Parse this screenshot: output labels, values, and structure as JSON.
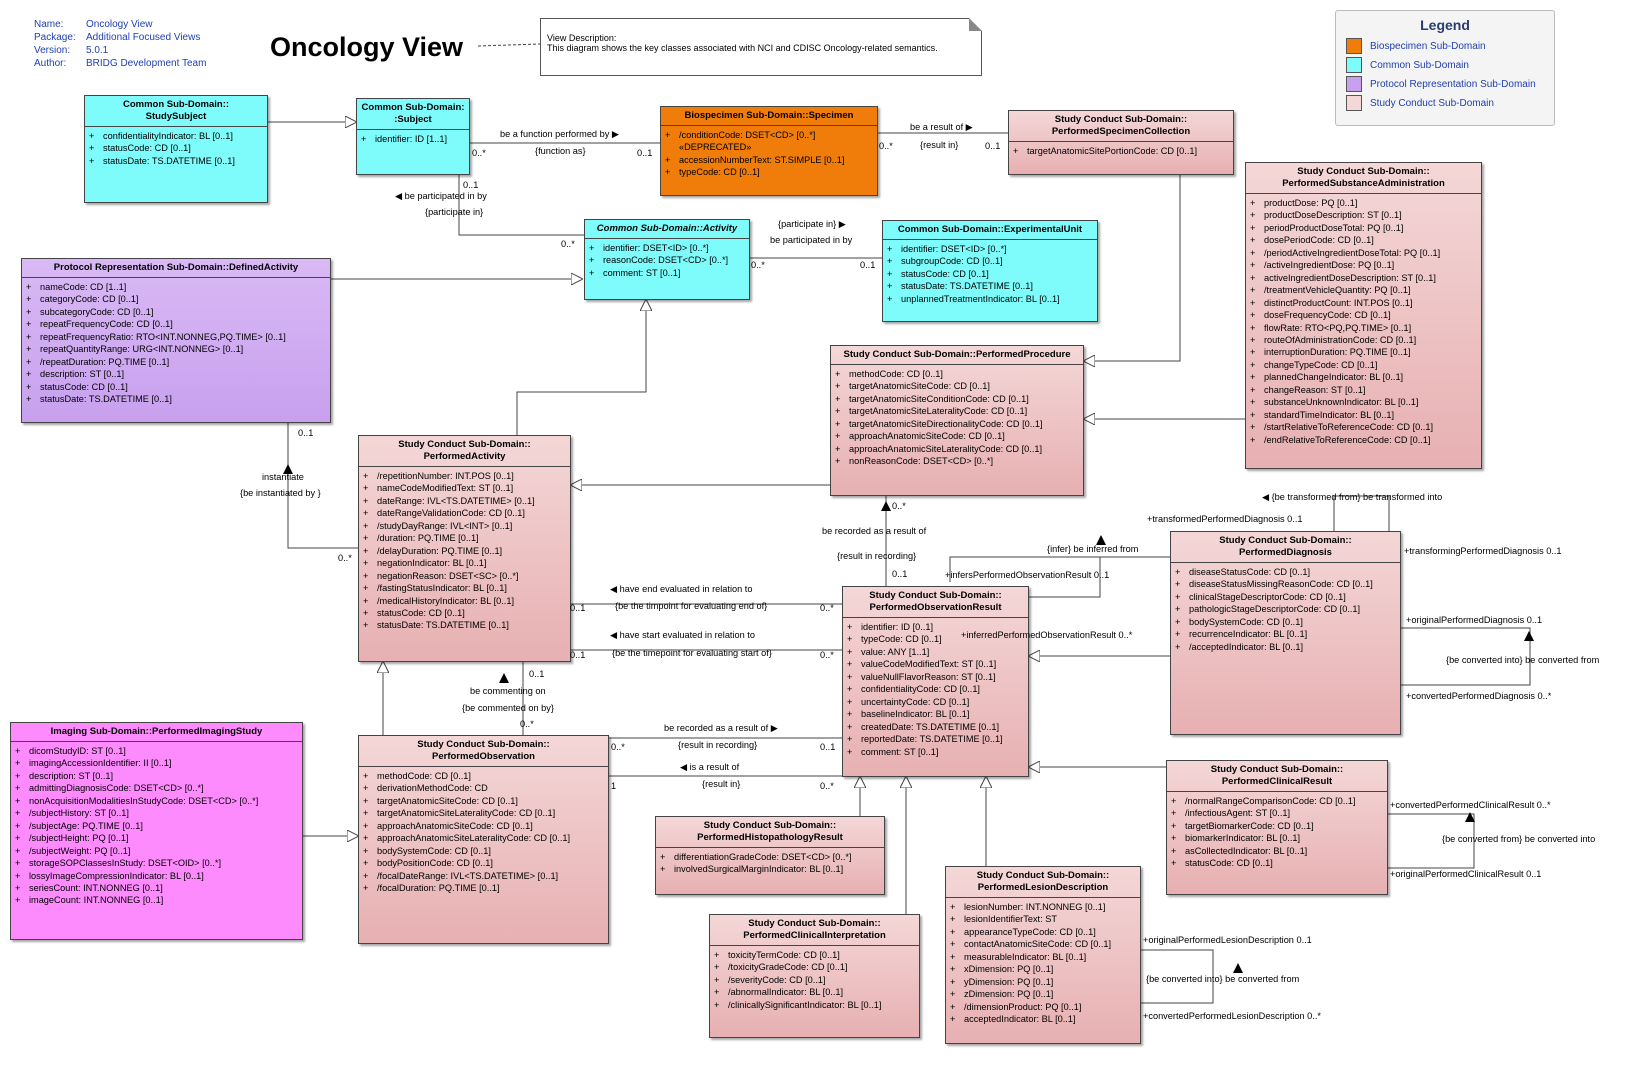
{
  "meta": {
    "rows": [
      {
        "k": "Name:",
        "v": "Oncology View"
      },
      {
        "k": "Package:",
        "v": "Additional Focused Views"
      },
      {
        "k": "Version:",
        "v": "5.0.1"
      },
      {
        "k": "Author:",
        "v": "BRIDG Development Team"
      }
    ]
  },
  "title": "Oncology View",
  "note": {
    "heading": "View Description:",
    "text": "This diagram shows the key classes associated with NCI and CDISC Oncology-related semantics."
  },
  "legend": {
    "title": "Legend",
    "items": [
      {
        "label": "Biospecimen Sub-Domain",
        "color": "#f07d0a"
      },
      {
        "label": "Common Sub-Domain",
        "color": "#7efcfc"
      },
      {
        "label": "Protocol Representation Sub-Domain",
        "color": "#c8a0ee"
      },
      {
        "label": "Study Conduct Sub-Domain",
        "color": "#f4d7d7"
      }
    ]
  },
  "classes": {
    "studySubject": {
      "header": [
        "Common Sub-Domain::",
        "StudySubject"
      ],
      "attrs": [
        "confidentialityIndicator: BL [0..1]",
        "statusCode: CD [0..1]",
        "statusDate: TS.DATETIME [0..1]"
      ]
    },
    "subject": {
      "header": [
        "Common Sub-Domain:",
        ":Subject"
      ],
      "attrs": [
        "identifier: ID [1..1]"
      ]
    },
    "specimen": {
      "header": [
        "Biospecimen Sub-Domain::Specimen"
      ],
      "attrs": [
        "/conditionCode: DSET<CD> [0..*]"
      ],
      "stereotype": "«DEPRECATED»",
      "deprecated": [
        "accessionNumberText: ST.SIMPLE [0..1]",
        "typeCode: CD [0..1]"
      ]
    },
    "performedSpecimenCollection": {
      "header": [
        "Study Conduct Sub-Domain::",
        "PerformedSpecimenCollection"
      ],
      "attrs": [
        "targetAnatomicSitePortionCode: CD [0..1]"
      ]
    },
    "activity": {
      "header": [
        "Common Sub-Domain::Activity"
      ],
      "attrs": [
        "identifier: DSET<ID> [0..*]",
        "reasonCode: DSET<CD> [0..*]",
        "comment: ST [0..1]"
      ]
    },
    "experimentalUnit": {
      "header": [
        "Common Sub-Domain::ExperimentalUnit"
      ],
      "attrs": [
        "identifier: DSET<ID> [0..*]",
        "subgroupCode: CD [0..1]",
        "statusCode: CD [0..1]",
        "statusDate: TS.DATETIME [0..1]",
        "unplannedTreatmentIndicator: BL [0..1]"
      ]
    },
    "definedActivity": {
      "header": [
        "Protocol Representation Sub-Domain::DefinedActivity"
      ],
      "attrs": [
        "nameCode: CD [1..1]",
        "categoryCode: CD [0..1]",
        "subcategoryCode: CD [0..1]",
        "repeatFrequencyCode: CD [0..1]",
        "repeatFrequencyRatio: RTO<INT.NONNEG,PQ.TIME> [0..1]",
        "repeatQuantityRange: URG<INT.NONNEG> [0..1]",
        "/repeatDuration: PQ.TIME [0..1]",
        "description: ST [0..1]",
        "statusCode: CD [0..1]",
        "statusDate: TS.DATETIME [0..1]"
      ]
    },
    "performedSubstanceAdministration": {
      "header": [
        "Study Conduct Sub-Domain::",
        "PerformedSubstanceAdministration"
      ],
      "attrs": [
        "productDose: PQ [0..1]",
        "productDoseDescription: ST [0..1]",
        "periodProductDoseTotal: PQ [0..1]",
        "dosePeriodCode: CD [0..1]",
        "/periodActiveIngredientDoseTotal: PQ [0..1]",
        "/activeIngredientDose: PQ [0..1]",
        "activeIngredientDoseDescription: ST [0..1]",
        "/treatmentVehicleQuantity: PQ [0..1]",
        "distinctProductCount: INT.POS [0..1]",
        "doseFrequencyCode: CD [0..1]",
        "flowRate: RTO<PQ,PQ.TIME> [0..1]",
        "routeOfAdministrationCode: CD [0..1]",
        "interruptionDuration: PQ.TIME [0..1]",
        "changeTypeCode: CD [0..1]",
        "plannedChangeIndicator: BL [0..1]",
        "changeReason: ST [0..1]",
        "substanceUnknownIndicator: BL [0..1]",
        "standardTimeIndicator: BL [0..1]",
        "/startRelativeToReferenceCode: CD [0..1]",
        "/endRelativeToReferenceCode: CD [0..1]"
      ]
    },
    "performedProcedure": {
      "header": [
        "Study Conduct Sub-Domain::PerformedProcedure"
      ],
      "attrs": [
        "methodCode: CD [0..1]",
        "targetAnatomicSiteCode: CD [0..1]",
        "targetAnatomicSiteConditionCode: CD [0..1]",
        "targetAnatomicSiteLateralityCode: CD [0..1]",
        "targetAnatomicSiteDirectionalityCode: CD [0..1]",
        "approachAnatomicSiteCode: CD [0..1]",
        "approachAnatomicSiteLateralityCode: CD [0..1]",
        "nonReasonCode: DSET<CD> [0..*]"
      ]
    },
    "performedActivity": {
      "header": [
        "Study Conduct Sub-Domain::",
        "PerformedActivity"
      ],
      "attrs": [
        "/repetitionNumber: INT.POS [0..1]",
        "nameCodeModifiedText: ST [0..1]",
        "dateRange: IVL<TS.DATETIME> [0..1]",
        "dateRangeValidationCode: CD [0..1]",
        "/studyDayRange: IVL<INT> [0..1]",
        "/duration: PQ.TIME [0..1]",
        "/delayDuration: PQ.TIME [0..1]",
        "negationIndicator: BL [0..1]",
        "negationReason: DSET<SC> [0..*]",
        "/fastingStatusIndicator: BL [0..1]",
        "/medicalHistoryIndicator: BL [0..1]",
        "statusCode: CD [0..1]",
        "statusDate: TS.DATETIME [0..1]"
      ]
    },
    "performedDiagnosis": {
      "header": [
        "Study Conduct Sub-Domain::",
        "PerformedDiagnosis"
      ],
      "attrs": [
        "diseaseStatusCode: CD [0..1]",
        "diseaseStatusMissingReasonCode: CD [0..1]",
        "clinicalStageDescriptorCode: CD [0..1]",
        "pathologicStageDescriptorCode: CD [0..1]",
        "bodySystemCode: CD [0..1]",
        "recurrenceIndicator: BL [0..1]",
        "/acceptedIndicator: BL [0..1]"
      ]
    },
    "performedObservationResult": {
      "header": [
        "Study Conduct Sub-Domain::",
        "PerformedObservationResult"
      ],
      "attrs": [
        "identifier: ID [0..1]",
        "typeCode: CD [0..1]",
        "value: ANY [1..1]",
        "valueCodeModifiedText: ST [0..1]",
        "valueNullFlavorReason: ST [0..1]",
        "confidentialityCode: CD [0..1]",
        "uncertaintyCode: CD [0..1]",
        "baselineIndicator: BL [0..1]",
        "createdDate: TS.DATETIME [0..1]",
        "reportedDate: TS.DATETIME [0..1]",
        "comment: ST [0..1]"
      ]
    },
    "performedImagingStudy": {
      "header": [
        "Imaging Sub-Domain::PerformedImagingStudy"
      ],
      "attrs": [
        "dicomStudyID: ST [0..1]",
        "imagingAccessionIdentifier: II [0..1]",
        "description: ST [0..1]",
        "admittingDiagnosisCode: DSET<CD> [0..*]",
        "nonAcquisitionModalitiesInStudyCode: DSET<CD> [0..*]",
        "/subjectHistory: ST [0..1]",
        "/subjectAge: PQ.TIME [0..1]",
        "/subjectHeight: PQ [0..1]",
        "/subjectWeight: PQ [0..1]",
        "storageSOPClassesInStudy: DSET<OID> [0..*]",
        "lossyImageCompressionIndicator: BL [0..1]",
        "seriesCount: INT.NONNEG [0..1]",
        "imageCount: INT.NONNEG [0..1]"
      ]
    },
    "performedObservation": {
      "header": [
        "Study Conduct Sub-Domain::",
        "PerformedObservation"
      ],
      "attrs": [
        "methodCode: CD [0..1]",
        "derivationMethodCode: CD",
        "targetAnatomicSiteCode: CD [0..1]",
        "targetAnatomicSiteLateralityCode: CD [0..1]",
        "approachAnatomicSiteCode: CD [0..1]",
        "approachAnatomicSiteLateralityCode: CD [0..1]",
        "bodySystemCode: CD [0..1]",
        "bodyPositionCode: CD [0..1]",
        "/focalDateRange: IVL<TS.DATETIME> [0..1]",
        "/focalDuration: PQ.TIME [0..1]"
      ]
    },
    "performedClinicalResult": {
      "header": [
        "Study Conduct Sub-Domain::",
        "PerformedClinicalResult"
      ],
      "attrs": [
        "/normalRangeComparisonCode: CD [0..1]",
        "/infectiousAgent: ST [0..1]",
        "targetBiomarkerCode: CD [0..1]",
        "biomarkerIndicator: BL [0..1]",
        "asCollectedIndicator: BL [0..1]",
        "statusCode: CD [0..1]"
      ]
    },
    "performedHistopathologyResult": {
      "header": [
        "Study Conduct Sub-Domain::",
        "PerformedHistopathologyResult"
      ],
      "attrs": [
        "differentiationGradeCode: DSET<CD> [0..*]",
        "involvedSurgicalMarginIndicator: BL [0..1]"
      ]
    },
    "performedLesionDescription": {
      "header": [
        "Study Conduct Sub-Domain::",
        "PerformedLesionDescription"
      ],
      "attrs": [
        "lesionNumber: INT.NONNEG [0..1]",
        "lesionIdentifierText: ST",
        "appearanceTypeCode: CD [0..1]",
        "contactAnatomicSiteCode: CD [0..1]",
        "measurableIndicator: BL [0..1]",
        "xDimension: PQ [0..1]",
        "yDimension: PQ [0..1]",
        "zDimension: PQ [0..1]",
        "/dimensionProduct: PQ [0..1]",
        "acceptedIndicator: BL [0..1]"
      ]
    },
    "performedClinicalInterpretation": {
      "header": [
        "Study Conduct Sub-Domain::",
        "PerformedClinicalInterpretation"
      ],
      "attrs": [
        "toxicityTermCode: CD [0..1]",
        "/toxicityGradeCode: CD [0..1]",
        "/severityCode: CD [0..1]",
        "/abnormalIndicator: BL [0..1]",
        "/clinicallySignificantIndicator: BL [0..1]"
      ]
    }
  },
  "labels": [
    "be a function performed by ▶",
    "{function as}",
    "0..*",
    "0..1",
    "be a result of ▶",
    "{result in}",
    "0..*",
    "0..1",
    "0..1",
    "◀ be participated in by",
    "{participate in}",
    "0..*",
    "{participate in} ▶",
    "be participated in by",
    "0..*",
    "0..1",
    "0..1",
    "instantiate",
    "{be instantiated by }",
    "0..*",
    "0..*",
    "be recorded as a result of",
    "{result in recording}",
    "0..1",
    "◀ have end evaluated in relation to",
    "{be the timpoint for evaluating end of}",
    "0..1",
    "0..*",
    "◀ have start evaluated in relation to",
    "{be the timepoint for evaluating start of}",
    "0..1",
    "0..*",
    "0..1",
    "be commenting on",
    "{be commented on by}",
    "0..*",
    "be recorded as a result of ▶",
    "{result in recording}",
    "0..*",
    "0..1",
    "◀ is a result of",
    "{result in}",
    "1",
    "0..*",
    "{infer} be inferred from",
    "+infersPerformedObservationResult 0..1",
    "+inferredPerformedObservationResult 0..*",
    "◀ {be transformed from} be transformed into",
    "+transformedPerformedDiagnosis 0..1",
    "+transformingPerformedDiagnosis 0..1",
    "+originalPerformedDiagnosis 0..1",
    "{be converted into} be converted from",
    "+convertedPerformedDiagnosis 0..*",
    "+convertedPerformedClinicalResult 0..*",
    "{be converted from} be converted into",
    "+originalPerformedClinicalResult 0..1",
    "+originalPerformedLesionDescription 0..1",
    "{be converted into} be converted from",
    "+convertedPerformedLesionDescription 0..*"
  ]
}
